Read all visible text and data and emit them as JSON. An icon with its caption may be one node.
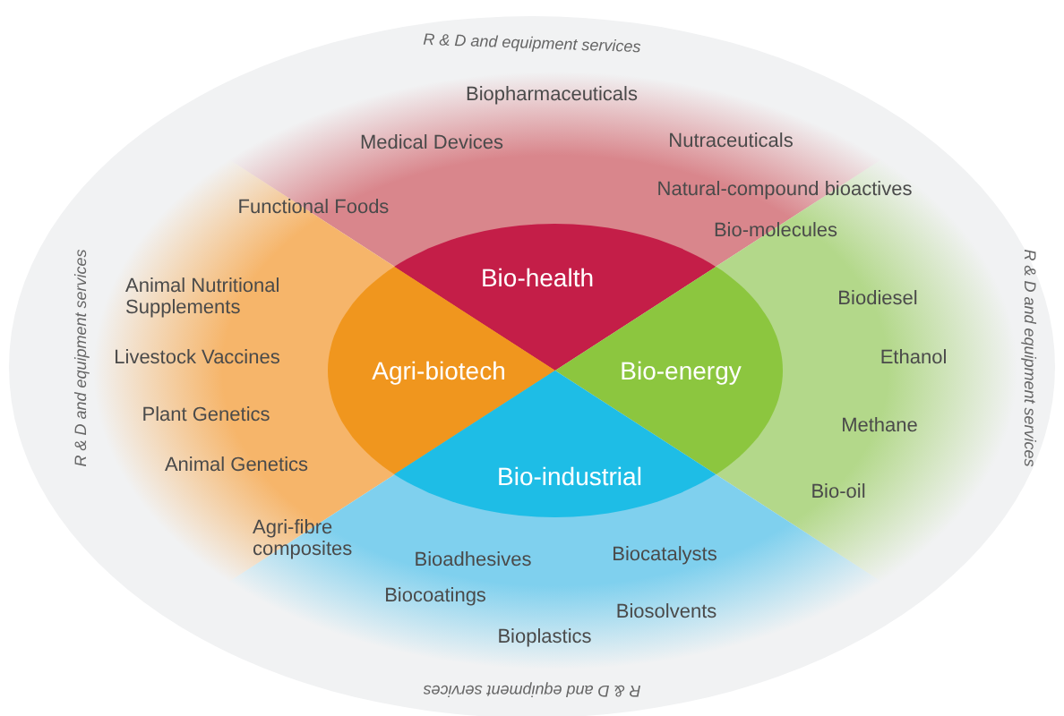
{
  "diagram": {
    "nodes": [
      {
        "text": [
          "Bio-health"
        ]
      },
      {
        "text": [
          "Agri-biotech"
        ]
      },
      {
        "text": [
          "Bio-energy"
        ]
      },
      {
        "text": [
          "Bio-industrial"
        ]
      }
    ],
    "labels": [
      "R & D and equipment services",
      "Biopharmaceuticals",
      "Medical Devices",
      "Nutraceuticals",
      "Natural-compound bioactives",
      "Functional Foods",
      "Bio-molecules",
      "R & D and equipment services",
      "Animal Nutritional Supplements",
      "R & D and equipment services",
      "Biodiesel",
      "Livestock Vaccines",
      "Ethanol",
      "Plant Genetics",
      "Methane",
      "Animal Genetics",
      "Bio-oil",
      "Agri-fibre composites",
      "Biocatalysts",
      "Bioadhesives",
      "Biocoatings",
      "Biosolvents",
      "Bioplastics",
      "R & D and equipment services"
    ]
  }
}
